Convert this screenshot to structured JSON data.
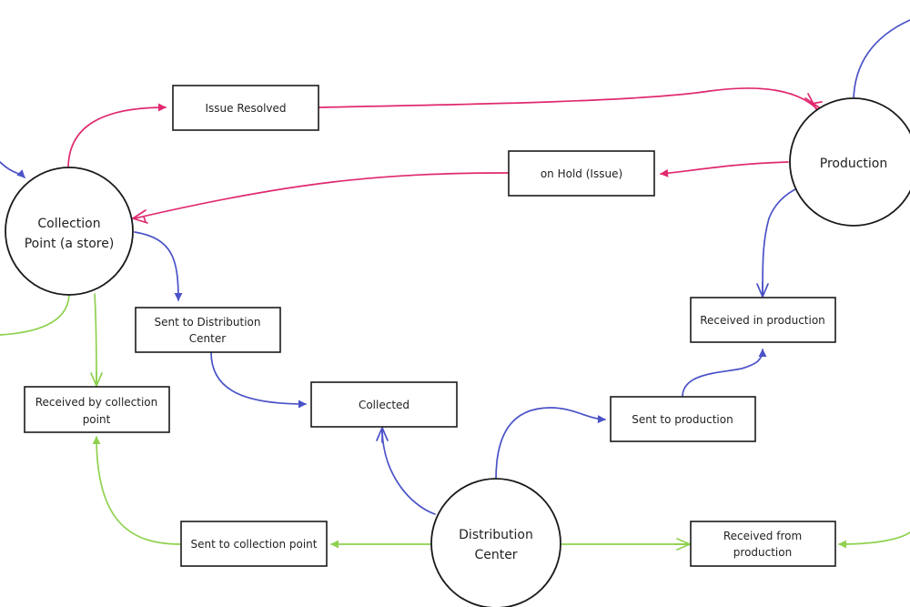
{
  "colors": {
    "pink": "#e0296f",
    "blue": "#4a52c7",
    "green": "#8fd14f",
    "stroke": "#1a1a1a"
  },
  "nodes": {
    "collection_point": {
      "line1": "Collection",
      "line2": "Point (a store)"
    },
    "production": {
      "label": "Production"
    },
    "distribution_center": {
      "line1": "Distribution",
      "line2": "Center"
    },
    "issue_resolved": {
      "label": "Issue Resolved"
    },
    "on_hold": {
      "label": "on Hold (Issue)"
    },
    "sent_to_dc": {
      "line1": "Sent to Distribution",
      "line2": "Center"
    },
    "collected": {
      "label": "Collected"
    },
    "received_in_production": {
      "label": "Received in production"
    },
    "sent_to_production": {
      "label": "Sent to production"
    },
    "received_by_cp": {
      "line1": "Received by collection",
      "line2": "point"
    },
    "sent_to_cp": {
      "label": "Sent to collection point"
    },
    "received_from_production": {
      "line1": "Received from",
      "line2": "production"
    }
  }
}
